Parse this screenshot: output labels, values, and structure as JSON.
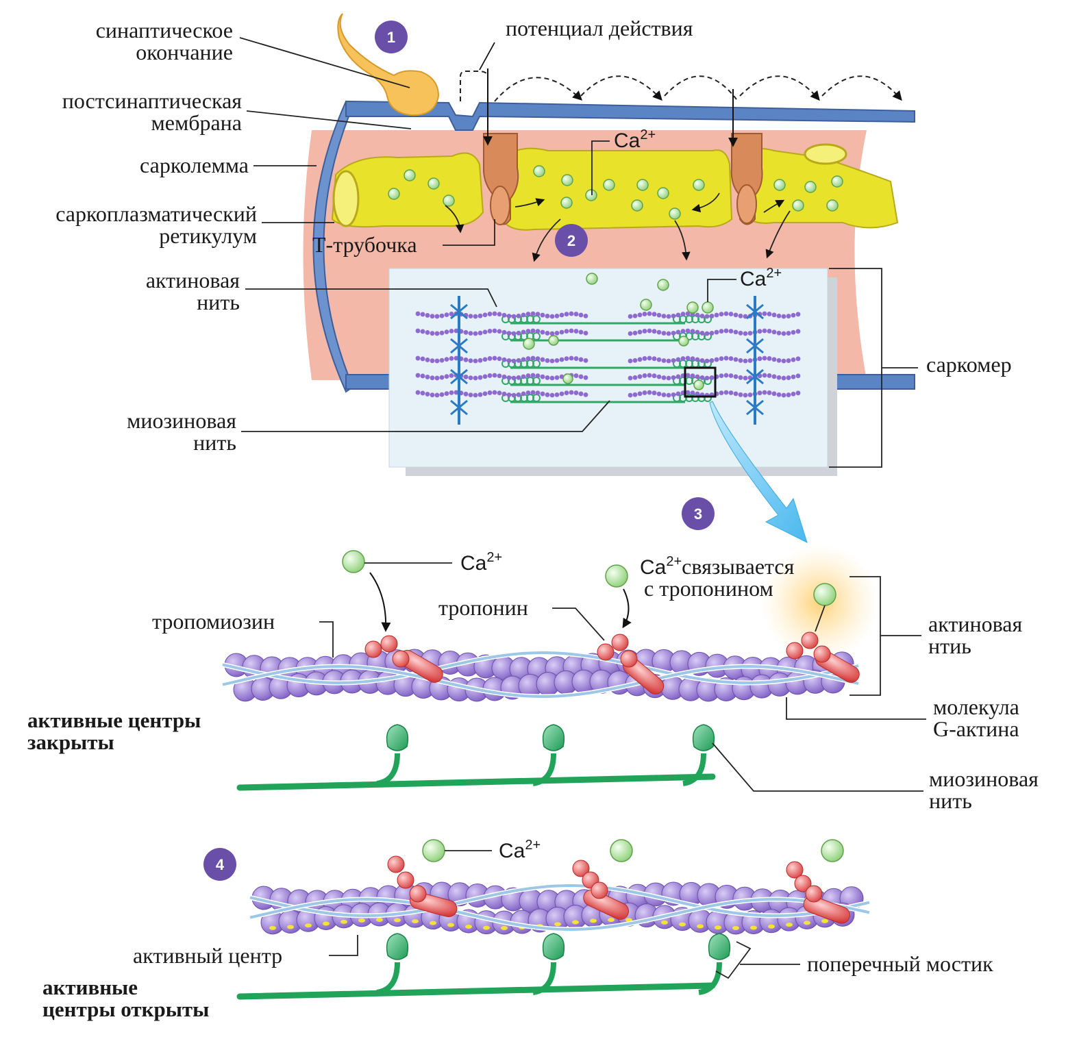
{
  "colors": {
    "membrane": "#5b84c4",
    "cytoplasm": "#f3b8a8",
    "reticulum": "#e8e22a",
    "t_tubule": "#d98a5a",
    "calcium": "#b9e3a9",
    "actin": "#8e6ad0",
    "myosin": "#2fa866",
    "troponin": "#e24747",
    "step_badge": "#6a4fa8",
    "zoom_arrow": "#5ec6f0"
  },
  "steps": [
    "1",
    "2",
    "3",
    "4"
  ],
  "fiber_labels": {
    "synaptic_ending": [
      "синаптическое",
      "окончание"
    ],
    "postsynaptic_membrane": [
      "постсинаптическая",
      "мембрана"
    ],
    "sarcolemma": "сарколемма",
    "sarcoplasmic_reticulum": [
      "саркоплазматический",
      "ретикулум"
    ],
    "t_tubule": "Т-трубочка",
    "action_potential": "потенциал действия",
    "actin_filament": [
      "актиновая",
      "нить"
    ],
    "myosin_filament": [
      "миозиновая",
      "нить"
    ],
    "sarcomere": "саркомер"
  },
  "ion_labels": {
    "ca_base": "Ca",
    "ca_charge": "2+"
  },
  "closed_panel": {
    "tropomyosin": "тропомиозин",
    "troponin": "тропонин",
    "ca_binds": "связывается",
    "with_troponin": "с тропонином",
    "actin_filament": [
      "актиновая",
      "нтиь"
    ],
    "g_actin": [
      "молекула",
      "G-актина"
    ],
    "myosin_filament": [
      "миозиновая",
      "нить"
    ],
    "centers_closed": [
      "активные центры",
      "закрыты"
    ]
  },
  "open_panel": {
    "active_center": "активный центр",
    "cross_bridge": "поперечный мостик",
    "centers_open": [
      "активные",
      "центры открыты"
    ]
  }
}
